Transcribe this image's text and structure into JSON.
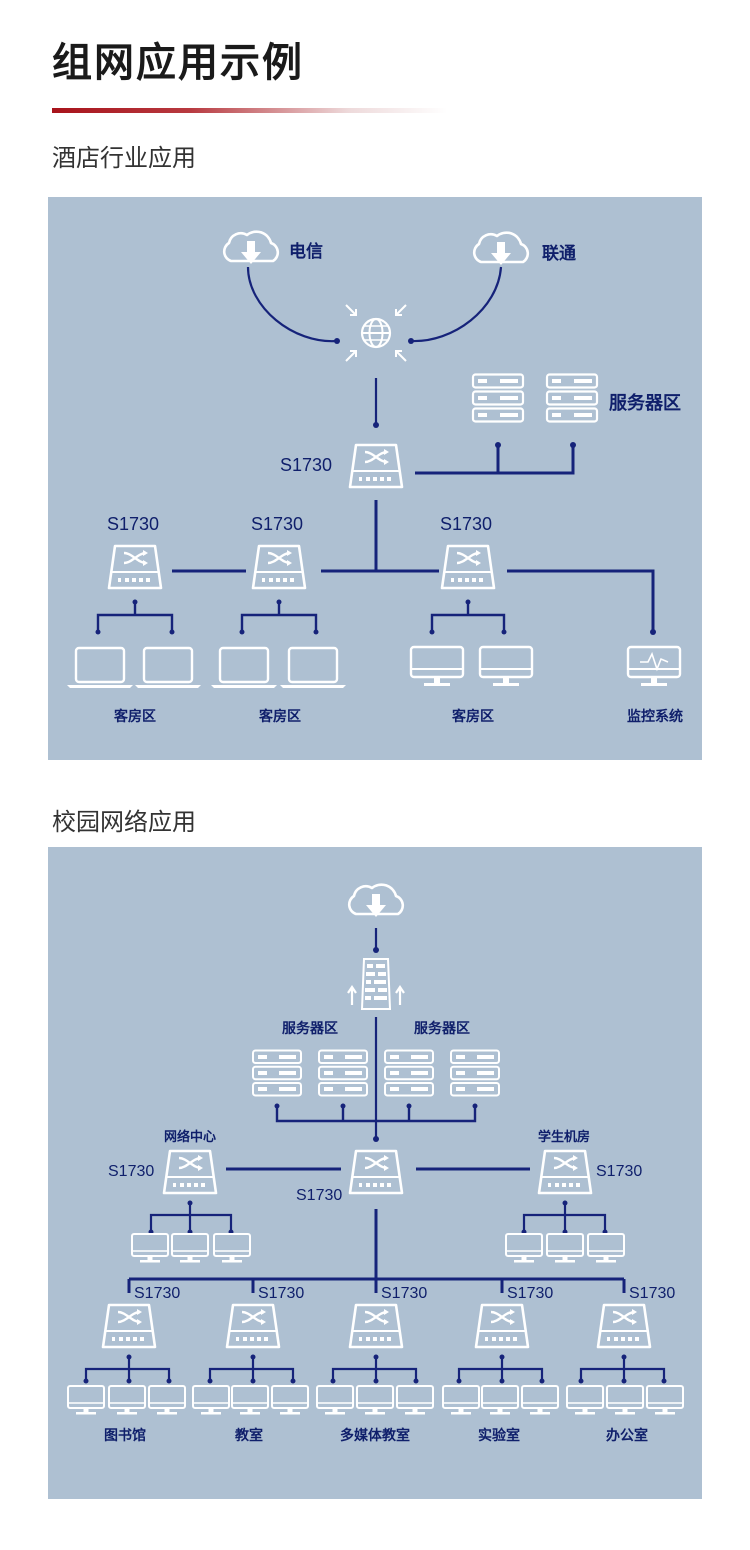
{
  "page": {
    "title": "组网应用示例"
  },
  "colors": {
    "accent": "#a8131b",
    "panel": "#aec0d2",
    "link": "#16237a",
    "icon": "#ffffff"
  },
  "hotel": {
    "section_title": "酒店行业应用",
    "isp_left": "电信",
    "isp_right": "联通",
    "server_zone": "服务器区",
    "core_model": "S1730",
    "access_models": [
      "S1730",
      "S1730",
      "S1730"
    ],
    "zone_labels": [
      "客房区",
      "客房区",
      "客房区",
      "监控系统"
    ]
  },
  "campus": {
    "section_title": "校园网络应用",
    "server_zones": [
      "服务器区",
      "服务器区"
    ],
    "left_group": "网络中心",
    "right_group": "学生机房",
    "core_model": "S1730",
    "left_model": "S1730",
    "right_model": "S1730",
    "access_models": [
      "S1730",
      "S1730",
      "S1730",
      "S1730",
      "S1730"
    ],
    "zone_labels": [
      "图书馆",
      "教室",
      "多媒体教室",
      "实验室",
      "办公室"
    ]
  },
  "icons": [
    "cloud-download-icon",
    "globe-icon",
    "server-icon",
    "switch-icon",
    "laptop-icon",
    "monitor-icon",
    "surveillance-monitor-icon",
    "firewall-icon"
  ]
}
